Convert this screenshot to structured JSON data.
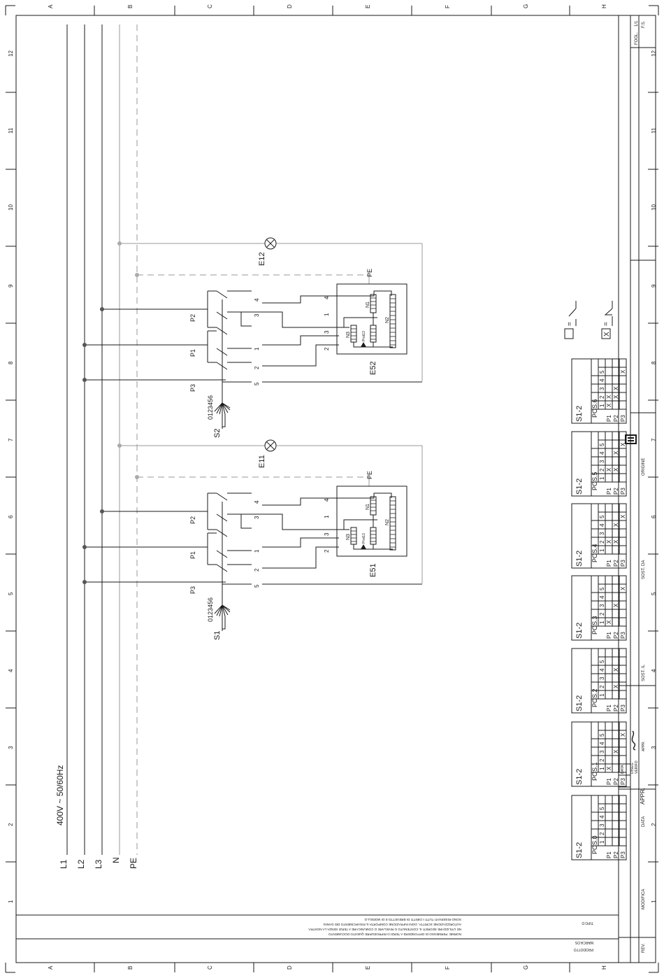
{
  "border": {
    "columns": [
      "A",
      "B",
      "C",
      "D",
      "E",
      "F",
      "G",
      "H"
    ],
    "rows": [
      "12",
      "11",
      "10",
      "9",
      "8",
      "7",
      "6",
      "5",
      "4",
      "3",
      "2",
      "1"
    ]
  },
  "supply": {
    "voltage": "400V ~ 50/60Hz",
    "conductors": [
      "L1",
      "L2",
      "L3",
      "N",
      "PE"
    ]
  },
  "circuits": [
    {
      "switch": "S2",
      "lamp": "E12",
      "element": "E52",
      "pole_labels": [
        "P2",
        "P1",
        "P3"
      ],
      "position_digits": "0123456",
      "contact_numbers": [
        "4",
        "3",
        "1",
        "2",
        "5"
      ],
      "element_terminals": [
        "4",
        "1",
        "3",
        "2"
      ],
      "pe": "PE",
      "resistors": [
        "N1",
        "N2",
        "N3"
      ],
      "protector": "Prot13"
    },
    {
      "switch": "S1",
      "lamp": "E11",
      "element": "E51",
      "pole_labels": [
        "P2",
        "P1",
        "P3"
      ],
      "position_digits": "0123456",
      "contact_numbers": [
        "4",
        "3",
        "1",
        "2",
        "5"
      ],
      "element_terminals": [
        "4",
        "1",
        "3",
        "2"
      ],
      "pe": "PE",
      "resistors": [
        "N1",
        "N2",
        "N3"
      ],
      "protector": "Prot13"
    }
  ],
  "legend": {
    "open_symbol": "=",
    "closed_symbol": "=",
    "closed_mark": "X"
  },
  "switch_tables": [
    {
      "title": "S1-2",
      "pos": "POS.0",
      "rows": [
        [
          "",
          "",
          "",
          "",
          ""
        ],
        [
          "",
          "",
          "",
          "",
          ""
        ],
        [
          "",
          "",
          "",
          "",
          ""
        ]
      ]
    },
    {
      "title": "S1-2",
      "pos": "POS.1",
      "rows": [
        [
          "X",
          "",
          "",
          "",
          ""
        ],
        [
          "",
          "",
          "X",
          "",
          ""
        ],
        [
          "",
          "",
          "",
          "",
          "X"
        ]
      ]
    },
    {
      "title": "S1-2",
      "pos": "POS.2",
      "rows": [
        [
          "",
          "",
          "",
          "",
          ""
        ],
        [
          "",
          "X",
          "",
          "X",
          ""
        ],
        [
          "",
          "",
          "",
          "",
          ""
        ]
      ]
    },
    {
      "title": "S1-2",
      "pos": "POS.3",
      "rows": [
        [
          "X",
          "",
          "",
          "",
          ""
        ],
        [
          "",
          "",
          "X",
          "",
          ""
        ],
        [
          "",
          "",
          "",
          "",
          "X"
        ]
      ]
    },
    {
      "title": "S1-2",
      "pos": "POS.4",
      "rows": [
        [
          "",
          "X",
          "",
          "",
          ""
        ],
        [
          "",
          "X",
          "",
          "X",
          ""
        ],
        [
          "",
          "",
          "",
          "",
          "X"
        ]
      ]
    },
    {
      "title": "S1-2",
      "pos": "POS.5",
      "rows": [
        [
          "",
          "X",
          "",
          "",
          ""
        ],
        [
          "",
          "X",
          "",
          "X",
          ""
        ],
        [
          "",
          "",
          "",
          "",
          "X"
        ]
      ]
    },
    {
      "title": "S1-2",
      "pos": "POS.6",
      "rows": [
        [
          "X",
          "X",
          "",
          "",
          ""
        ],
        [
          "",
          "X",
          "X",
          "",
          ""
        ],
        [
          "",
          "",
          "",
          "",
          "X"
        ]
      ]
    }
  ],
  "table_headers": {
    "cols": [
      "1",
      "2",
      "3",
      "4",
      "5"
    ],
    "rows": [
      "P1",
      "P2",
      "P3"
    ]
  },
  "title_block": {
    "labels": [
      "FOGL.",
      "1/1",
      "F.S.",
      "ORIGINE",
      "SOST. DA",
      "SOST. IL",
      "DATA",
      "DISEG.",
      "VERIFO",
      "APPR.",
      "APPR.",
      "DATA",
      "MODIFICA",
      "REV."
    ],
    "bottom_labels": [
      "PRODOTTO",
      "MARCA DS",
      "TIPO D"
    ],
    "notice": [
      "NORME: PERMESSO DI DIFFONDERE A TERZI O RIPRODURRE QUESTO DOCUMENTO",
      "NE UTILIZZARE SEGRETI IL CONTENUTO O RIVELARE O COMUNICARE A TERZI SENZA LA NOSTRA",
      "AUTORIZZAZIONE SCRITTA. OGNI INFRAZIONE COMPORTA IL RISARCIMENTO DEI DANNI.",
      "SONO RISERVATI TUTTI I DIRITTI DI BREVETTO E DI MODELLO."
    ]
  }
}
